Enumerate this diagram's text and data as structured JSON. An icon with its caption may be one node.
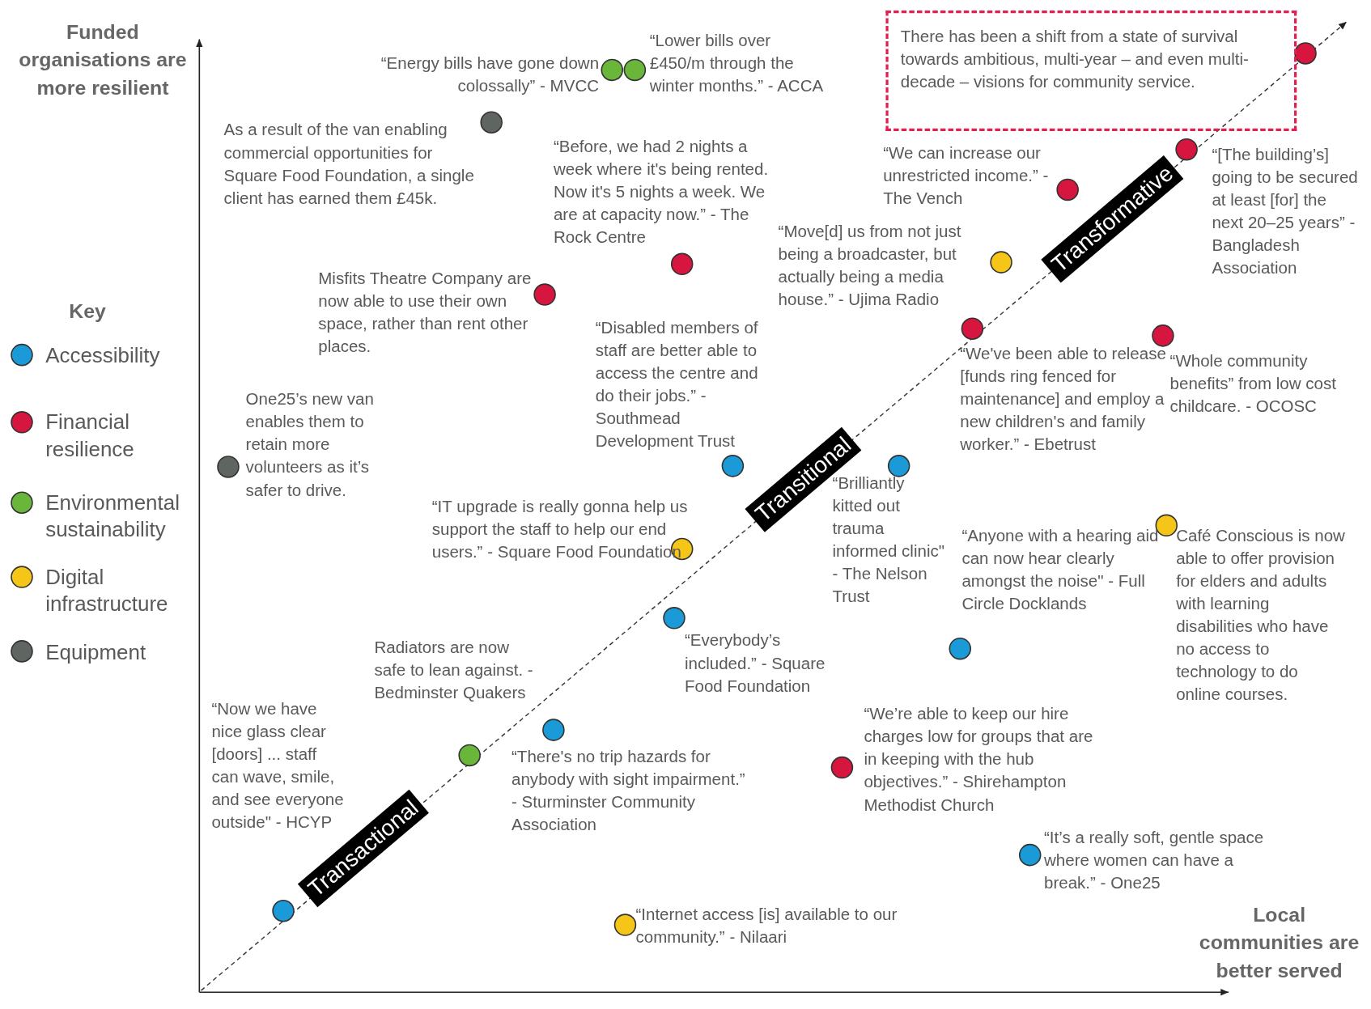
{
  "diagram": {
    "nodes": [
      {
        "text": [
          "There has been a shift from a state of survival towards ambitious, multi-year – and even multi-decade – visions for community service."
        ]
      }
    ],
    "labels": [
      "Funded organisations are more resilient",
      "Key",
      "“Energy bills have gone down colossally” - MVCC",
      "“Lower bills over £450/m through the winter months.” - ACCA",
      "As a result of the van enabling commercial opportunities for Square Food Foundation, a single client has earned them £45k.",
      "“Before, we had 2 nights a week where it's being rented. Now it's 5 nights a week. We are at capacity now.” - The Rock Centre",
      "“We can increase our unrestricted income.” - The Vench",
      "“[The building’s] going to be secured at least [for] the next 20–25 years” - Bangladesh Association",
      "“Move[d] us from not just being a broadcaster, but actually being a media house.” - Ujima Radio",
      "Misfits Theatre Company are now able to use their own space, rather than rent other places.",
      "“Disabled members of staff are better able to access the centre and do their jobs.” - Southmead Development Trust",
      "“We've been able to release [funds ring fenced for maintenance] and employ a new children's and family worker.” - Ebetrust",
      "“Whole community benefits” from low cost childcare. - OCOSC",
      "One25’s new van enables them to retain more volunteers as it’s safer to drive.",
      "“Brilliantly kitted out trauma informed clinic\" - The Nelson Trust",
      "“IT upgrade is really gonna help us support the staff to help our end users.” - Square Food Foundation",
      "“Anyone with a hearing aid can now hear clearly amongst the noise\" - Full Circle Docklands",
      "Café Conscious is now able to offer provision for elders and adults with learning disabilities who have no access to technology to do online courses.",
      "Radiators are now safe to lean against. - Bedminster Quakers",
      "“Everybody’s included.” - Square Food Foundation",
      "“Now we have nice glass clear [doors] ... staff can wave, smile, and see everyone outside\" - HCYP",
      "“There's no trip hazards for anybody with sight impairment.” - Sturminster Community Association",
      "“We’re able to keep our hire charges low for groups that are in keeping with the hub objectives.” - Shirehampton Methodist Church",
      "“It’s a really soft, gentle space where women can have a break.” - One25",
      "“Internet access [is] available to our community.” - Nilaari",
      "Local communities are better served",
      "Transactional",
      "Transitional",
      "Transformative"
    ],
    "legend": [
      {
        "text": "Accessibility",
        "color": "#1a9bd7"
      },
      {
        "text": "Financial resilience",
        "color": "#d6163e"
      },
      {
        "text": "Environmental sustainability",
        "color": "#6ab63a"
      },
      {
        "text": "Digital infrastructure",
        "color": "#f5c518"
      },
      {
        "text": "Equipment",
        "color": "#5f6662"
      }
    ]
  }
}
